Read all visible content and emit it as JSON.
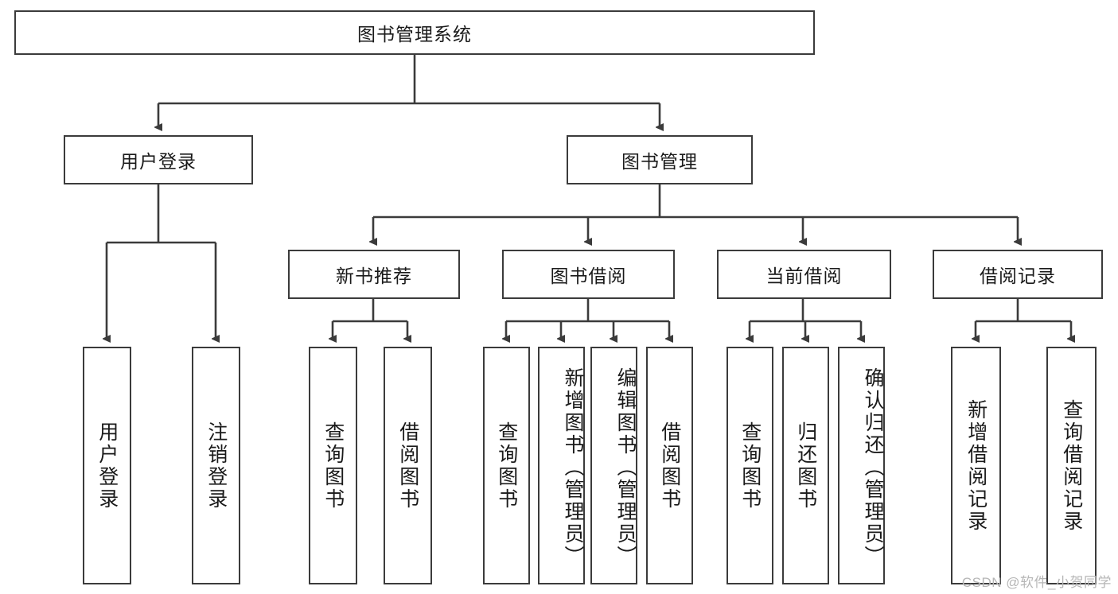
{
  "diagram": {
    "type": "tree-hierarchy",
    "title": "图书管理系统",
    "watermark": "CSDN @软件_小贺同学",
    "colors": {
      "border": "#3b3b3b",
      "background": "#ffffff",
      "text": "#1a1a1a",
      "connector": "#3b3b3b",
      "watermark": "#b6b6b6"
    },
    "nodes": {
      "root": {
        "label": "图书管理系统"
      },
      "level2": [
        {
          "id": "user-login",
          "label": "用户登录"
        },
        {
          "id": "book-management",
          "label": "图书管理"
        }
      ],
      "level3": [
        {
          "id": "new-book-recommend",
          "label": "新书推荐"
        },
        {
          "id": "book-borrow",
          "label": "图书借阅"
        },
        {
          "id": "current-borrow",
          "label": "当前借阅"
        },
        {
          "id": "borrow-record",
          "label": "借阅记录"
        }
      ],
      "leaves": {
        "user_login": [
          {
            "id": "leaf-user-login",
            "label": "用户登录"
          },
          {
            "id": "leaf-logout-login",
            "label": "注销登录"
          }
        ],
        "new_book_recommend": [
          {
            "id": "leaf-query-book-1",
            "label": "查询图书"
          },
          {
            "id": "leaf-borrow-book-1",
            "label": "借阅图书"
          }
        ],
        "book_borrow": [
          {
            "id": "leaf-query-book-2",
            "label": "查询图书"
          },
          {
            "id": "leaf-add-book",
            "label": "新增图书（管理员）"
          },
          {
            "id": "leaf-edit-book",
            "label": "编辑图书（管理员）"
          },
          {
            "id": "leaf-borrow-book-2",
            "label": "借阅图书"
          }
        ],
        "current_borrow": [
          {
            "id": "leaf-query-book-3",
            "label": "查询图书"
          },
          {
            "id": "leaf-return-book",
            "label": "归还图书"
          },
          {
            "id": "leaf-confirm-return",
            "label": "确认归还（管理员）"
          }
        ],
        "borrow_record": [
          {
            "id": "leaf-add-borrow-record",
            "label": "新增借阅记录"
          },
          {
            "id": "leaf-query-borrow-record",
            "label": "查询借阅记录"
          }
        ]
      }
    }
  }
}
